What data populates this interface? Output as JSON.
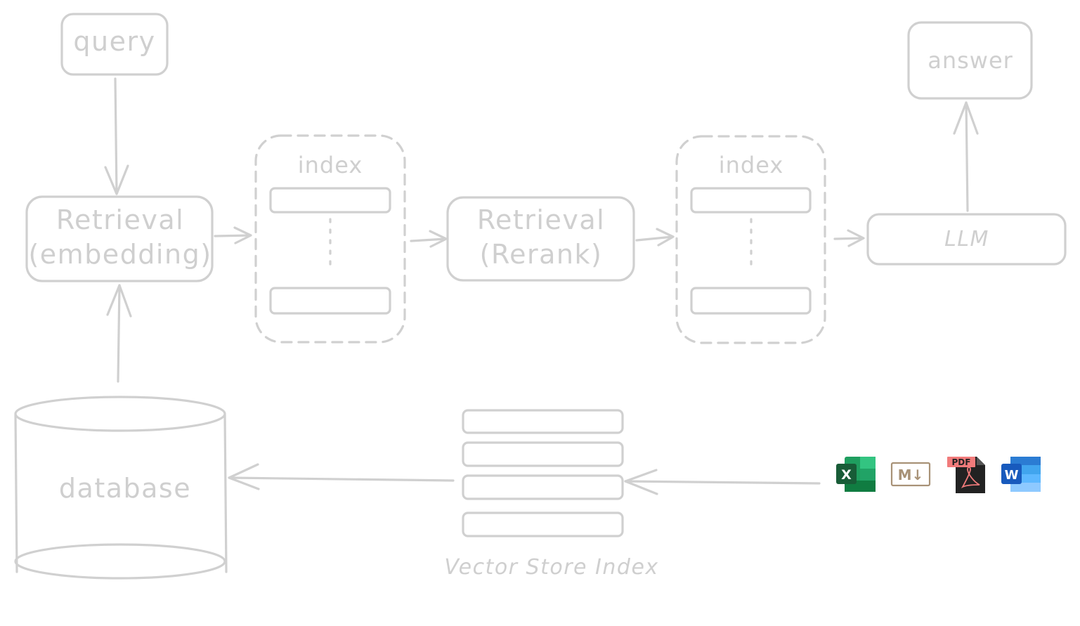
{
  "nodes": {
    "query": "query",
    "retrieval_embedding": [
      "Retrieval",
      "(embedding)"
    ],
    "index_1": "index",
    "retrieval_rerank": [
      "Retrieval",
      "(Rerank)"
    ],
    "index_2": "index",
    "llm": "LLM",
    "answer": "answer",
    "database": "database",
    "vector_store_caption": "Vector Store Index"
  },
  "source_icons": [
    {
      "name": "excel-icon",
      "letter": "X",
      "color": "#21a366"
    },
    {
      "name": "markdown-icon",
      "letter": "M↓",
      "color": "#a89277"
    },
    {
      "name": "pdf-icon",
      "letter": "PDF",
      "color": "#e66a6a"
    },
    {
      "name": "word-icon",
      "letter": "W",
      "color": "#2b7cd3"
    }
  ]
}
